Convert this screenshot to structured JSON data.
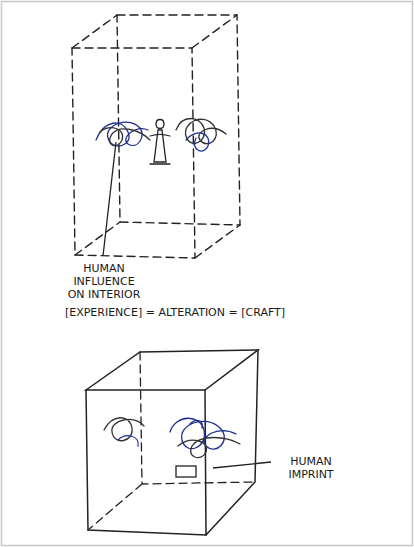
{
  "diagram": {
    "labels": [
      "HUMAN INFLUENCE ON INTERIOR",
      "[EXPERIENCE] = ALTERATION = [CRAFT]",
      "HUMAN IMPRINT"
    ]
  }
}
